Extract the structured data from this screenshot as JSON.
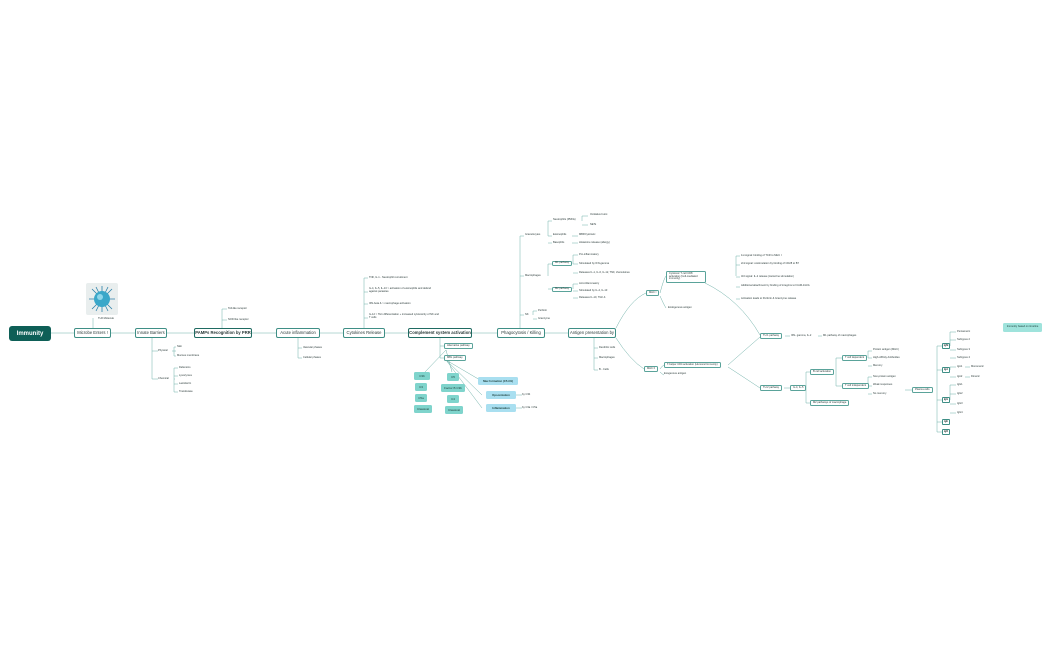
{
  "root": "Immunity",
  "microbe_image_caption": "TLR Molecule",
  "main_flow": [
    "Microbe Enters !",
    "Innate Barriers",
    "PAMPs Recognition by PRR",
    "Acute inflammation",
    "Cytokines Release",
    "Complement system activation",
    "Phagocytosis / Killing",
    "Antigen presentation by"
  ],
  "barriers": {
    "physical": "Physical",
    "physical_items": [
      "Skin",
      "Mucous membrane"
    ],
    "chemical": "Chemical",
    "chemical_items": [
      "Defensins",
      "Lysozymes",
      "Lactoferrin",
      "Transferase"
    ]
  },
  "prr_items": [
    "Toll-like receptor",
    "NOD like receptor"
  ],
  "acute_items": [
    "Vascular phases",
    "Cellular phases"
  ],
  "cytokines_items": [
    "TNF, IL-1 - Neutrophil recruitment",
    "IL-4, IL-5, IL-13 > activation of eosinophils and defend against parasites",
    "IFN-beta & > macrophage activation",
    "IL-12 > TH1 differentiation + increased cytotoxicity of NK and T cells"
  ],
  "complement": {
    "alt": "Alternative pathway",
    "mbl": "MBL pathway",
    "boxes": [
      "C3b",
      "C5",
      "C3",
      "C5a",
      "Factor B C3b",
      "C4",
      "Classical",
      "Classical"
    ],
    "mac": "Mac formation (C5-C9)",
    "opsonization": "Opsonization",
    "opsonization_note": "by C3b",
    "inflammation": "Inflammation",
    "inflammation_note": "by C3a / C5a"
  },
  "phagocytosis": {
    "granulocytes": "Granulocytes",
    "neutrophils": "Neutrophils (PMNs)",
    "neutrophil_items": [
      "Oxidative burst",
      "NETs"
    ],
    "eosinophils": "Eosinophils",
    "eosinophil_item": "MBP/cytotoxic",
    "basophils": "Basophils",
    "basophil_item": "Histamine release (allergy)",
    "macrophages": "Macrophages",
    "m1": "M1 pathway",
    "m1_items": [
      "Pro-inflammatory",
      "Stimulated by IFN-gamma",
      "Releases IL-1, IL-6, IL-12, TNF, chemokines"
    ],
    "m2": "M2 pathway",
    "m2_items": [
      "Anti-inflammatory",
      "Stimulated by IL-4, IL-13",
      "Releases IL-10, TGF-b"
    ],
    "nk": "NK",
    "nk_items": [
      "Perforin",
      "Granzyme"
    ]
  },
  "apc_items": [
    "Dendritic cells",
    "Macrophages",
    "B - Cells"
  ],
  "mhc2": "MHC II",
  "mhc2_sub": "Exogenous antigen",
  "cd4": "T-helper CD4 activation (Humoral Immunity)",
  "mhc1": "MHC I",
  "mhc1_sub": "Endogenous antigen",
  "cd8": "Cytotoxic T cell CD8 activation (Cell-mediated immunity)",
  "cd8_items": [
    "1st signal: binding of TCR to MHC I",
    "2nd signal: costimulation by binding of CD28 to B7",
    "3rd signal: IL-2 release (Autocrine stimulation)",
    "Additional attachment by binding of integrins to ICAM-1/LFA",
    "Activation leads to Perforin & Granzyme release"
  ],
  "th1": "TH 1 pathway",
  "th1_note": "IFN- gamma, IL-2",
  "th1_note2": "M1 pathway of macrophages",
  "th2": "TH 2 pathway",
  "th2_note": "IL-4, IL-5",
  "b_act": "B cell activation",
  "t_dep": "T cell dependent",
  "t_dep_items": [
    "Protein antigen (MHC)",
    "High-Affinity Antibodies",
    "Memory"
  ],
  "t_indep": "T cell independent",
  "t_indep_items": [
    "Non-protein antigen",
    "Weak responses",
    "No memory"
  ],
  "m2_macro": "M2 pathways of macrophage",
  "plasma": "Plasma cells",
  "ig_boxes": [
    "IgA",
    "IgD",
    "IgE",
    "IgG",
    "IgM"
  ],
  "igg_sub": [
    "Pentameric",
    "Subtypes 2",
    "Subtypes 3",
    "Subtypes 4"
  ],
  "iga_sub": [
    "IgA1",
    "IgA2"
  ],
  "iga_notes": [
    "Monomeric",
    "Dimeric"
  ],
  "igg_list": [
    "IgG1",
    "IgG2",
    "IgG3",
    "IgG4"
  ],
  "legend_note": "Immunity based on timeline"
}
